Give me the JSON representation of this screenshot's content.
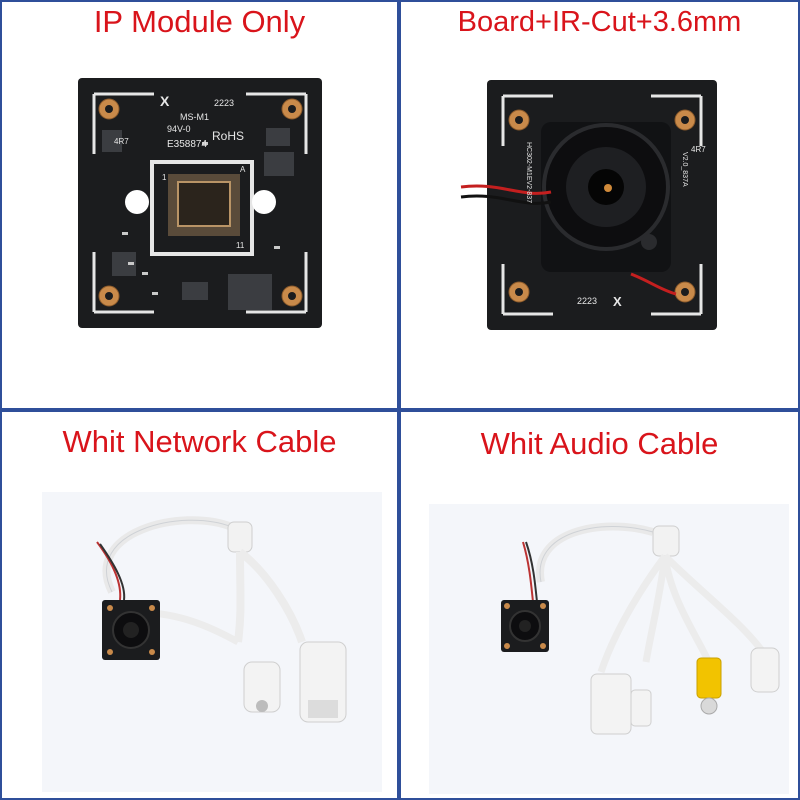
{
  "panels": [
    {
      "caption": "IP Module Only"
    },
    {
      "caption": "Board+IR-Cut+3.6mm"
    },
    {
      "caption": "Whit Network Cable"
    },
    {
      "caption": "Whit Audio Cable"
    }
  ],
  "pcb_markings": {
    "brand": "X",
    "model": "MS-M1",
    "code": "2223",
    "flame": "94V-0",
    "ul": "E358874",
    "rohs": "RoHS",
    "inductor": "4R7",
    "pin_a": "A",
    "pin_1": "1",
    "pin_11": "11",
    "version": "V2.0_837A",
    "board_id": "HC302-M1EV2-837"
  },
  "colors": {
    "caption": "#d9141b",
    "divider": "#2f4f9a",
    "pcb": "#1b1c1e",
    "silkscreen": "#e6e6e6",
    "pad": "#c98a4a",
    "cable": "#f2f2f2"
  }
}
